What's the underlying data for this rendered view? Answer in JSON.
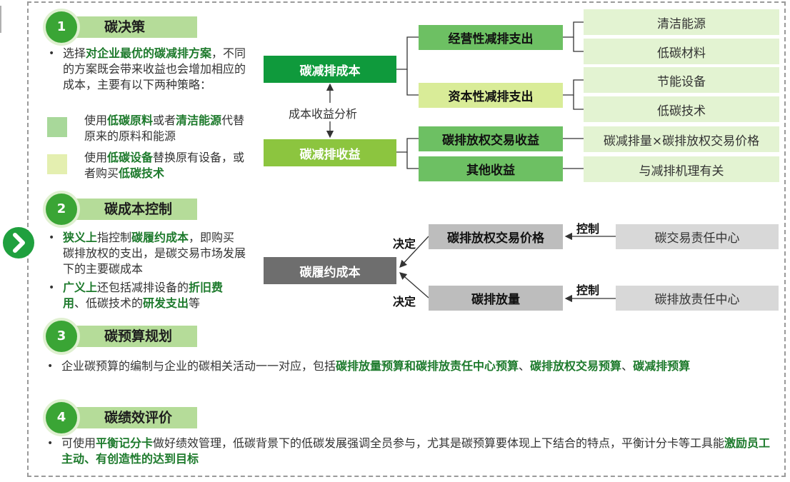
{
  "sections": [
    {
      "num": "1",
      "title": "碳决策"
    },
    {
      "num": "2",
      "title": "碳成本控制"
    },
    {
      "num": "3",
      "title": "碳预算规划"
    },
    {
      "num": "4",
      "title": "碳绩效评价"
    }
  ],
  "s1": {
    "p1": [
      "选择",
      "对企业最优的碳减排方案",
      "，不同的方案既会带来收益也会增加相应的成本，主要有以下两种策略："
    ],
    "p2": [
      "使用",
      "低碳原料",
      "或者",
      "清洁能源",
      "代替原来的原料和能源"
    ],
    "p3": [
      "使用",
      "低碳设备",
      "替换原有设备，或者购买",
      "低碳技术"
    ]
  },
  "s2": {
    "p1": [
      "狭义上",
      "指控制",
      "碳履约成本",
      "，即购买碳排放权的支出，是碳交易市场发展下的主要碳成本"
    ],
    "p2": [
      "广义上",
      "还包括减排设备的",
      "折旧费用",
      "、低碳技术的",
      "研发支出",
      "等"
    ]
  },
  "s3": {
    "p": [
      "企业碳预算的编制与企业的碳相关活动一一对应，包括",
      "碳排放量预算和碳排放责任中心预算",
      "、",
      "碳排放权交易预算",
      "、",
      "碳减排预算"
    ]
  },
  "s4": {
    "p": [
      "可使用",
      "平衡记分卡",
      "做好绩效管理，低碳背景下的低碳发展强调全员参与，尤其是碳预算要体现上下结合的特点，平衡计分卡等工具能",
      "激励员工主动、有创造性的达到目标"
    ]
  },
  "diagram_top": {
    "cost": "碳减排成本",
    "benefit": "碳减排收益",
    "analysis": "成本收益分析",
    "op_exp": "经营性减排支出",
    "cap_exp": "资本性减排支出",
    "trade_income": "碳排放权交易收益",
    "other_income": "其他收益",
    "leaves": [
      "清洁能源",
      "低碳材料",
      "节能设备",
      "低碳技术"
    ],
    "trade_formula": "碳减排量×碳排放权交易价格",
    "other_note": "与减排机理有关"
  },
  "diagram_bottom": {
    "compliance": "碳履约成本",
    "price": "碳排放权交易价格",
    "emission": "碳排放量",
    "decide": "决定",
    "control": "控制",
    "trade_center": "碳交易责任中心",
    "emission_center": "碳排放责任中心"
  }
}
